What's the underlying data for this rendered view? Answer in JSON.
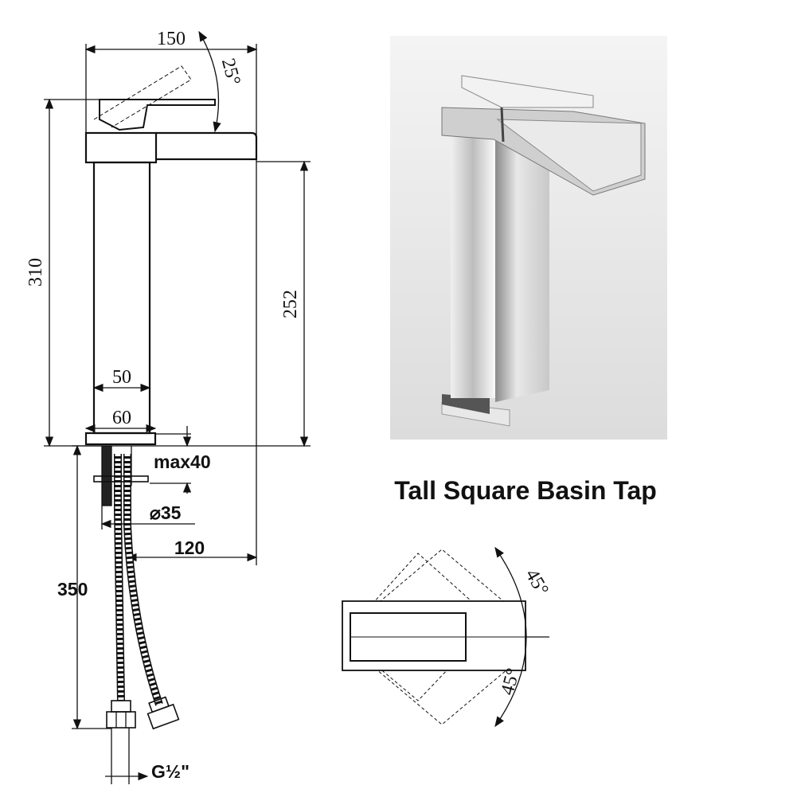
{
  "title": "Tall Square Basin Tap",
  "dimensions": {
    "width_total": "150",
    "handle_angle": "25°",
    "height_total": "310",
    "spout_height": "252",
    "body_width": "50",
    "base_width": "60",
    "max_deck": "max40",
    "hole_diameter": "⌀35",
    "reach": "120",
    "hose_length": "350",
    "thread": "G½\""
  },
  "top_view": {
    "angle_left": "45°",
    "angle_right": "45°"
  }
}
